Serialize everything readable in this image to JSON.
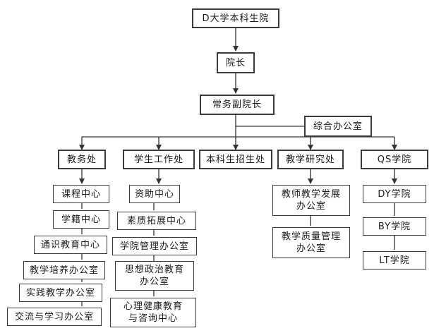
{
  "org_chart": {
    "root": "D大学本科生院",
    "dean": "院长",
    "executive_vice_dean": "常务副院长",
    "general_office": "综合办公室",
    "departments": {
      "academic_affairs": {
        "label": "教务处",
        "units": [
          "课程中心",
          "学籍中心",
          "通识教育中心",
          "教学培养办公室",
          "实践教学办公室",
          "交流与学习办公室"
        ]
      },
      "student_affairs": {
        "label": "学生工作处",
        "units": [
          "资助中心",
          "素质拓展中心",
          "学院管理办公室",
          "思想政治教育\n办公室",
          "心理健康教育\n与咨询中心"
        ]
      },
      "admissions": {
        "label": "本科生招生处",
        "units": []
      },
      "teaching_research": {
        "label": "教学研究处",
        "units": [
          "教师教学发展\n办公室",
          "教学质量管理\n办公室"
        ]
      },
      "qs_college": {
        "label": "QS学院",
        "units": [
          "DY学院",
          "BY学院",
          "LT学院"
        ]
      }
    }
  },
  "colors": {
    "line": "#333333",
    "border": "#3a3a3a",
    "text": "#1a1a1a"
  }
}
